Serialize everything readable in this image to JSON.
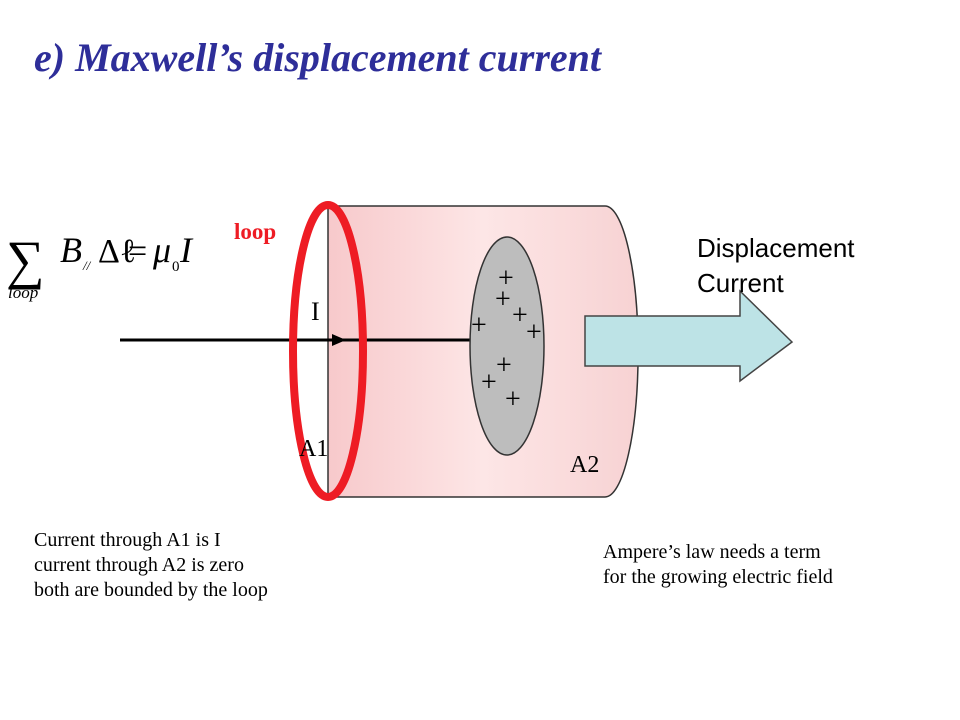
{
  "title": "e) Maxwell’s displacement current",
  "formula": {
    "sum_symbol": "∑",
    "b": "B",
    "parallel": "//",
    "delta_l": "Δℓ",
    "equals": "=",
    "mu": "μ",
    "mu_sub": "0",
    "current": "I",
    "loop_sub": "loop"
  },
  "labels": {
    "loop": "loop",
    "current": "I",
    "a1": "A1",
    "a2": "A2",
    "displacement_line1": "Displacement",
    "displacement_line2": "Current",
    "plus": "+"
  },
  "captions": {
    "left": [
      "Current through A1 is I",
      "current through A2 is zero",
      "both are bounded by the loop"
    ],
    "right": [
      "Ampere’s law needs a term",
      "for the growing electric field"
    ]
  },
  "colors": {
    "title": "#2e2e99",
    "loop_ring": "#ee1c24",
    "loop_label": "#ee1c24",
    "cylinder_fill": "#fbdcdc",
    "plate_fill": "#bdbdbd",
    "arrow_fill": "#bde3e6"
  }
}
